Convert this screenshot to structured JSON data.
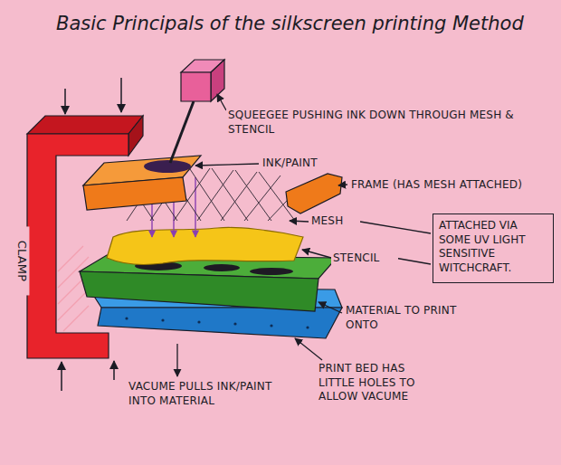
{
  "diagram": {
    "title": "Basic Principals of the silkscreen printing Method",
    "nodes": [
      {
        "text": [
          "ATTACHED VIA SOME UV LIGHT SENSITIVE WITCHCRAFT."
        ]
      }
    ],
    "labels": [
      "SQUEEGEE PUSHING INK DOWN THROUGH MESH & STENCIL",
      "INK/PAINT",
      "FRAME (HAS MESH ATTACHED)",
      "MESH",
      "STENCIL",
      "CLAMP",
      "MATERIAL TO PRINT ONTO",
      "VACUME PULLS INK/PAINT INTO MATERIAL",
      "PRINT BED HAS LITTLE HOLES TO ALLOW VACUME"
    ]
  }
}
